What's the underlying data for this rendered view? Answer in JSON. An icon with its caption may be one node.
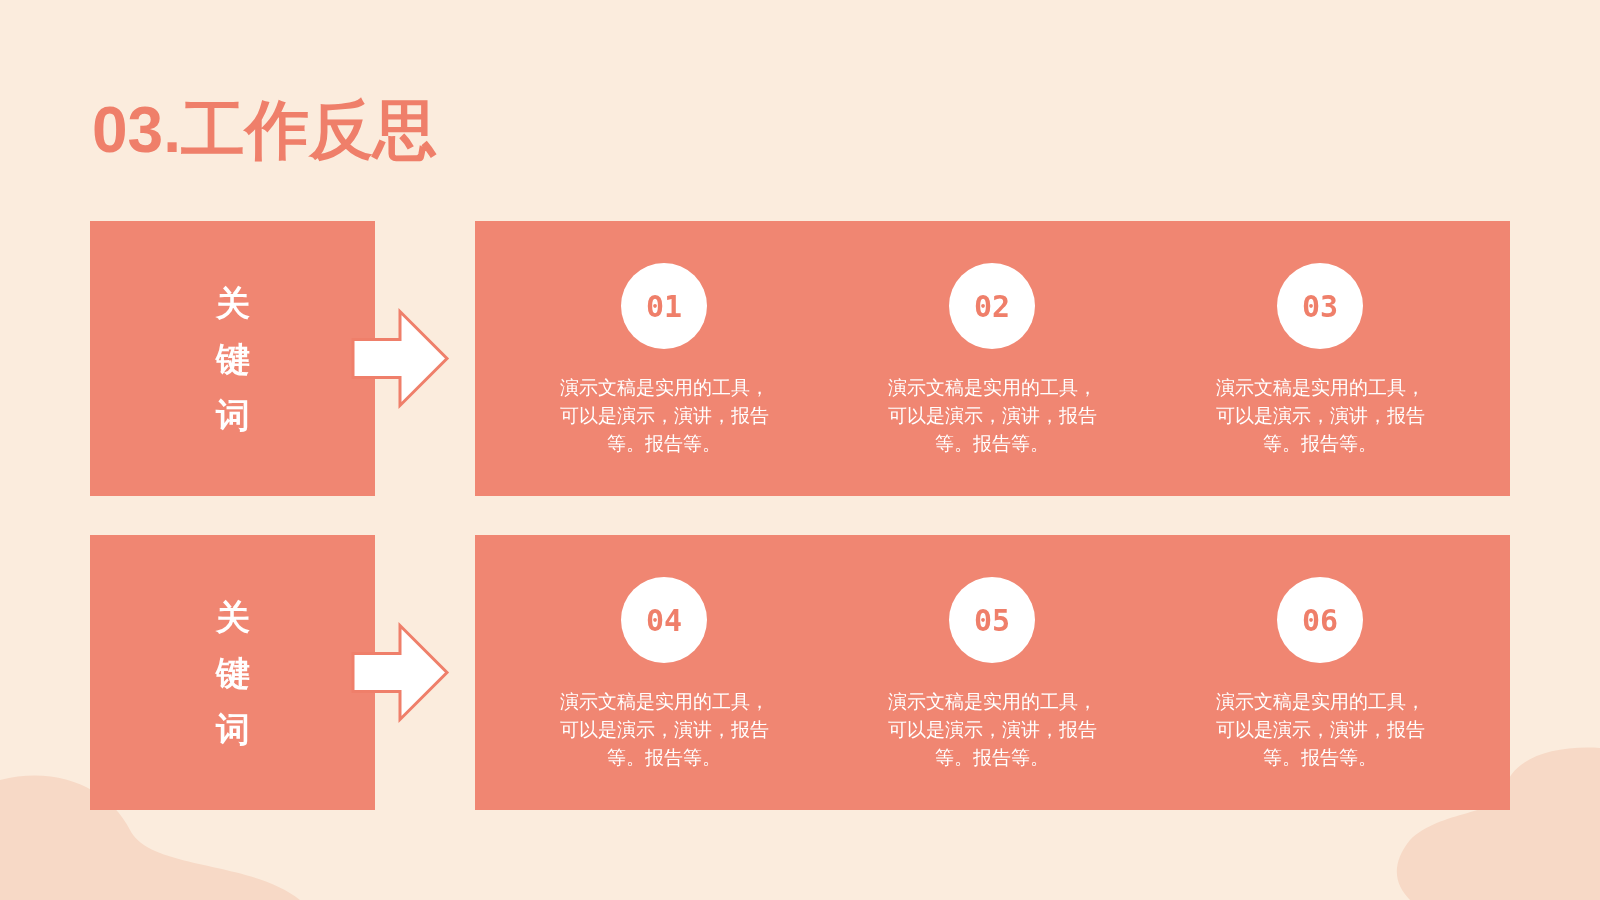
{
  "diagram": {
    "title": "03.工作反思",
    "nodes": [
      {
        "text": [
          "关键词"
        ]
      },
      {
        "text": [],
        "shape": "box"
      },
      {
        "text": [
          "01"
        ],
        "in": 1,
        "beside": [
          "演示文稿是实用的工具，可以是演示，演讲，报告等。报告等。"
        ]
      },
      {
        "text": [
          "02"
        ],
        "in": 1,
        "beside": [
          "演示文稿是实用的工具，可以是演示，演讲，报告等。报告等。"
        ]
      },
      {
        "text": [
          "03"
        ],
        "in": 1,
        "beside": [
          "演示文稿是实用的工具，可以是演示，演讲，报告等。报告等。"
        ]
      },
      {
        "text": [
          "关键词"
        ]
      },
      {
        "text": [],
        "shape": "box"
      },
      {
        "text": [
          "04"
        ],
        "in": 6,
        "beside": [
          "演示文稿是实用的工具，可以是演示，演讲，报告等。报告等。"
        ]
      },
      {
        "text": [
          "05"
        ],
        "in": 6,
        "beside": [
          "演示文稿是实用的工具，可以是演示，演讲，报告等。报告等。"
        ]
      },
      {
        "text": [
          "06"
        ],
        "in": 6,
        "beside": [
          "演示文稿是实用的工具，可以是演示，演讲，报告等。报告等。"
        ]
      }
    ],
    "edges": [
      {
        "from": 0,
        "to": 1,
        "arrow": "to"
      },
      {
        "from": 5,
        "to": 6,
        "arrow": "to"
      }
    ]
  }
}
